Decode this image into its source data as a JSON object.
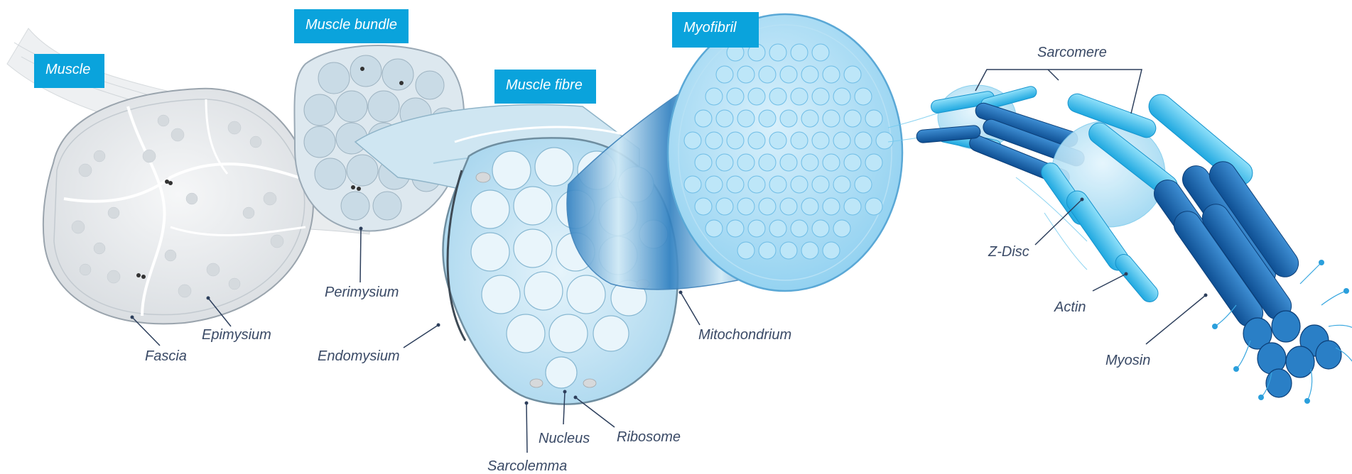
{
  "section_tags": {
    "muscle": "Muscle",
    "muscle_bundle": "Muscle bundle",
    "muscle_fibre": "Muscle fibre",
    "myofibril": "Myofibril"
  },
  "labels": {
    "fascia": "Fascia",
    "epimysium": "Epimysium",
    "perimysium": "Perimysium",
    "endomysium": "Endomysium",
    "sarcolemma": "Sarcolemma",
    "nucleus": "Nucleus",
    "ribosome": "Ribosome",
    "mitochondrium": "Mitochondrium",
    "sarcomere": "Sarcomere",
    "z_disc": "Z-Disc",
    "actin": "Actin",
    "myosin": "Myosin"
  },
  "colors": {
    "tag_background": "#0aa3dc",
    "label_text": "#3a4a66",
    "leader_line": "#2d3f5c",
    "tissue_grey": "#e6e9ec",
    "fibre_light_blue": "#cfe9f6",
    "myofibril_blue": "#7cc8ec",
    "myosin_dark_blue": "#1f6fb5",
    "actin_cyan": "#3ebdea"
  }
}
